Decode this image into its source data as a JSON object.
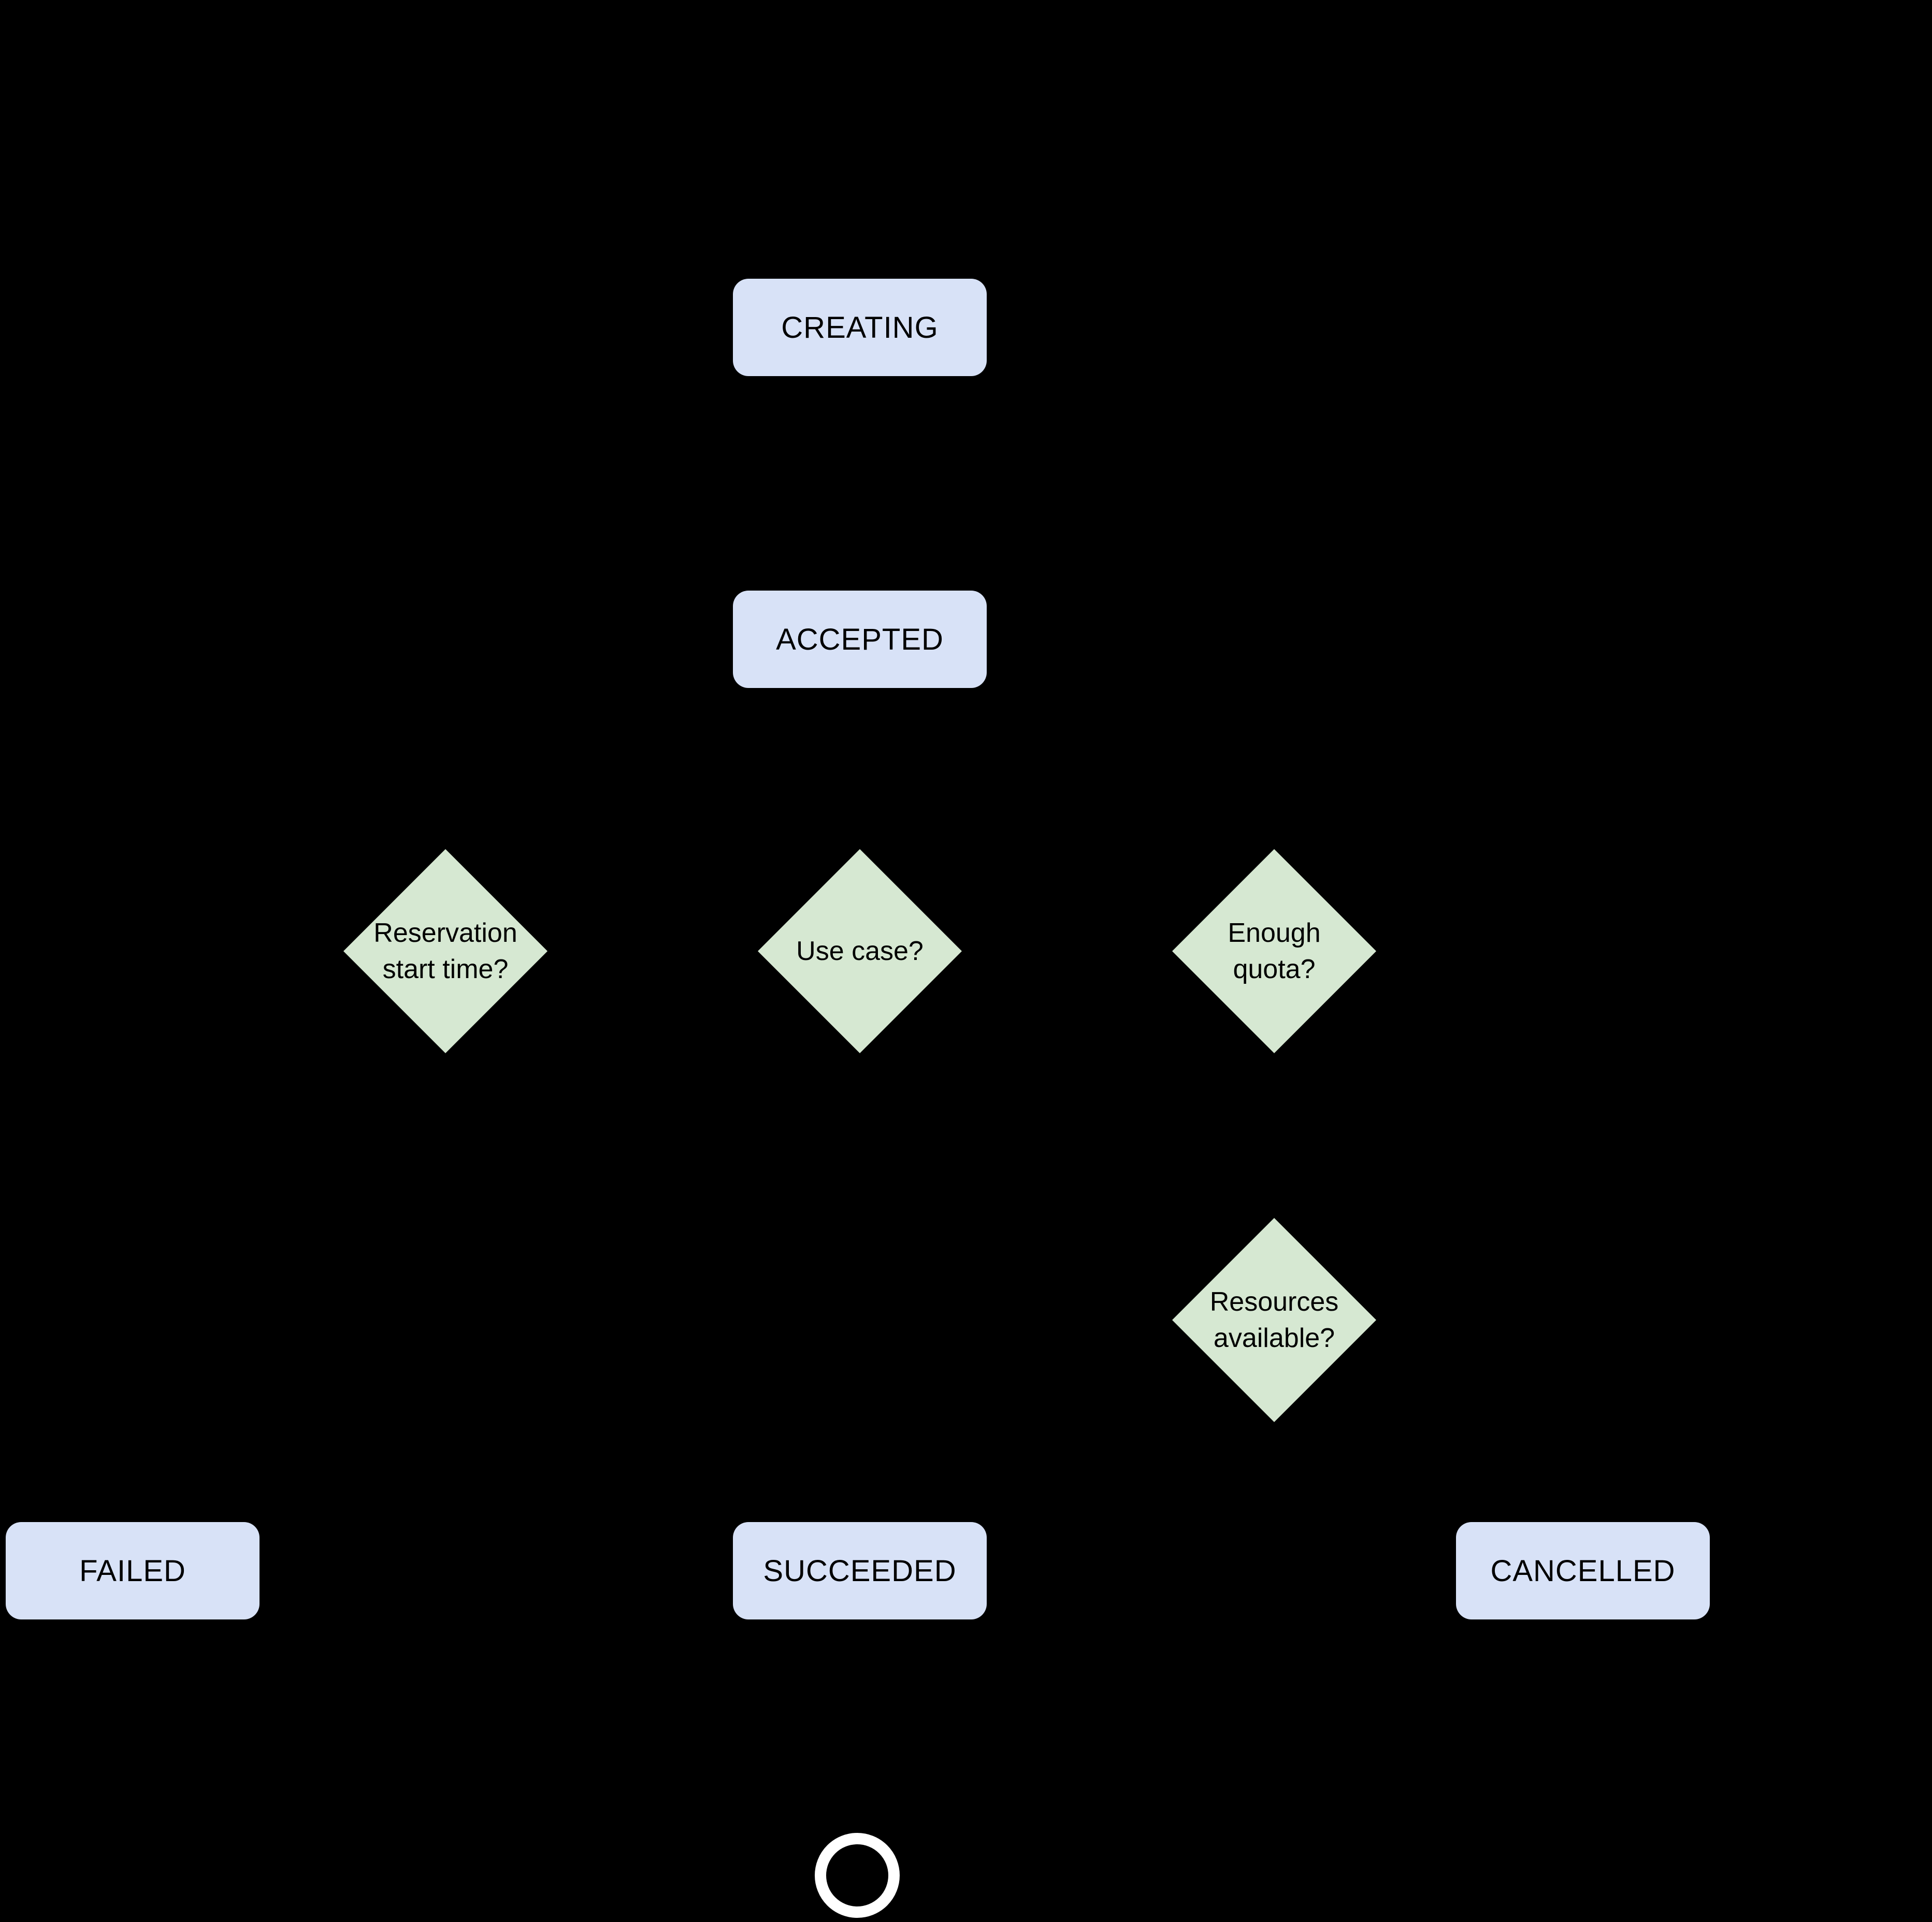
{
  "diagram": {
    "background_color": "#000000",
    "state_fill_color": "#d8e2f7",
    "decision_fill_color": "#d6e8d2",
    "text_color": "#000000",
    "end_ring_color": "#ffffff",
    "states": [
      {
        "id": "creating",
        "label": "CREATING"
      },
      {
        "id": "accepted",
        "label": "ACCEPTED"
      },
      {
        "id": "failed",
        "label": "FAILED"
      },
      {
        "id": "succeeded",
        "label": "SUCCEEDED"
      },
      {
        "id": "cancelled",
        "label": "CANCELLED"
      }
    ],
    "decisions": [
      {
        "id": "reservation-start-time",
        "lines": [
          "Reservation",
          "start time?"
        ]
      },
      {
        "id": "use-case",
        "lines": [
          "Use case?"
        ]
      },
      {
        "id": "enough-quota",
        "lines": [
          "Enough",
          "quota?"
        ]
      },
      {
        "id": "resources-available",
        "lines": [
          "Resources",
          "available?"
        ]
      }
    ],
    "end_node": {
      "id": "end",
      "shape": "circle"
    }
  }
}
